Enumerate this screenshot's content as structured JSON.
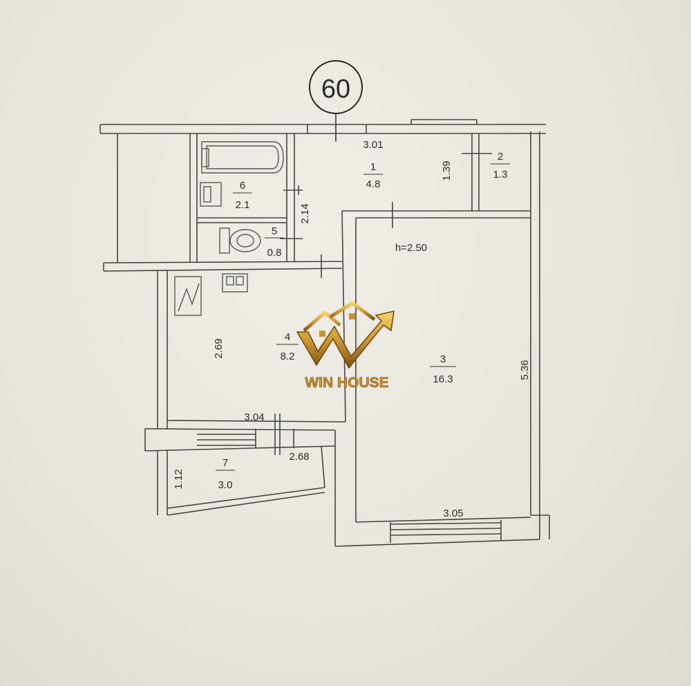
{
  "plan": {
    "apartment_number": "60",
    "ceiling_height": "h=2.50"
  },
  "rooms": [
    {
      "id": "1",
      "area": "4.8"
    },
    {
      "id": "2",
      "area": "1.3"
    },
    {
      "id": "3",
      "area": "16.3"
    },
    {
      "id": "4",
      "area": "8.2"
    },
    {
      "id": "5",
      "area": "0.8"
    },
    {
      "id": "6",
      "area": "2.1"
    },
    {
      "id": "7",
      "area": "3.0"
    }
  ],
  "dimensions": {
    "hall_width": "3.01",
    "hall_depth": "1.39",
    "bath_depth": "2.14",
    "kitchen_depth": "2.69",
    "kitchen_width": "3.04",
    "balcony_width": "2.68",
    "balcony_depth": "1.12",
    "room_depth": "5.36",
    "room_width": "3.05"
  },
  "watermark": {
    "brand": "WIN HOUSE",
    "gold": "#c9942e",
    "gold_light": "#f3c95a",
    "gold_dark": "#7a5214"
  }
}
